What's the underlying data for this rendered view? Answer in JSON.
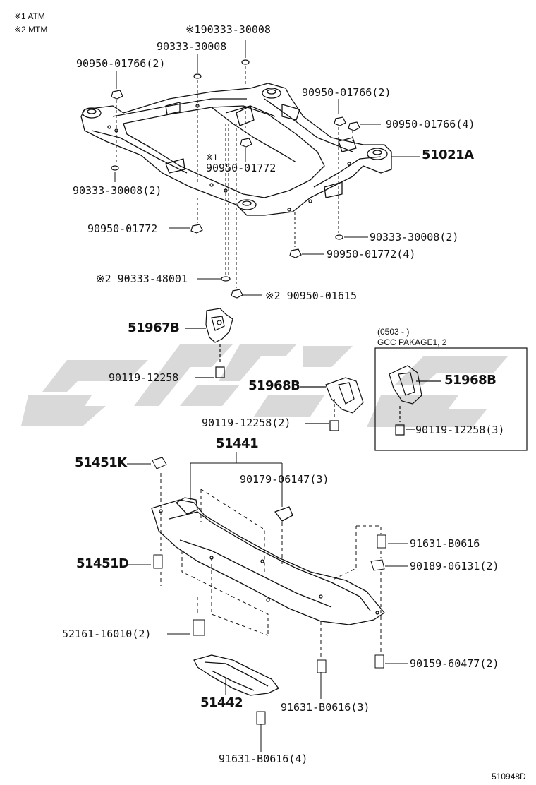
{
  "legend": {
    "atm": "※1 ATM",
    "mtm": "※2 MTM"
  },
  "callouts": {
    "p_90333_30008_atm": "※190333-30008",
    "p_90333_30008_top": "90333-30008",
    "p_90950_01766_2_left": "90950-01766(2)",
    "p_90950_01766_2_right": "90950-01766(2)",
    "p_90950_01766_4": "90950-01766(4)",
    "p_51021a": "51021A",
    "p_90950_01772_atm_mark": "※1",
    "p_90950_01772_atm": "90950-01772",
    "p_90333_30008_2_left": "90333-30008(2)",
    "p_90950_01772_left": "90950-01772",
    "p_90333_30008_2_right": "90333-30008(2)",
    "p_90950_01772_4": "90950-01772(4)",
    "p_90333_48001_mtm": "※2 90333-48001",
    "p_90950_01615_mtm": "※2 90950-01615",
    "p_51967b": "51967B",
    "p_90119_12258": "90119-12258",
    "gcc_line1": "(0503 -      )",
    "gcc_line2": "GCC PAKAGE1, 2",
    "p_51968b_left": "51968B",
    "p_51968b_right": "51968B",
    "p_90119_12258_2": "90119-12258(2)",
    "p_90119_12258_3": "90119-12258(3)",
    "p_51441": "51441",
    "p_51451k": "51451K",
    "p_90179_06147_3": "90179-06147(3)",
    "p_91631_b0616": "91631-B0616",
    "p_51451d": "51451D",
    "p_90189_06131_2": "90189-06131(2)",
    "p_52161_16010_2": "52161-16010(2)",
    "p_90159_60477_2": "90159-60477(2)",
    "p_51442": "51442",
    "p_91631_b0616_3": "91631-B0616(3)",
    "p_91631_b0616_4": "91631-B0616(4)"
  },
  "diagram_code": "510948D",
  "colors": {
    "ink": "#111111",
    "watermark": "#d8d8d8"
  }
}
